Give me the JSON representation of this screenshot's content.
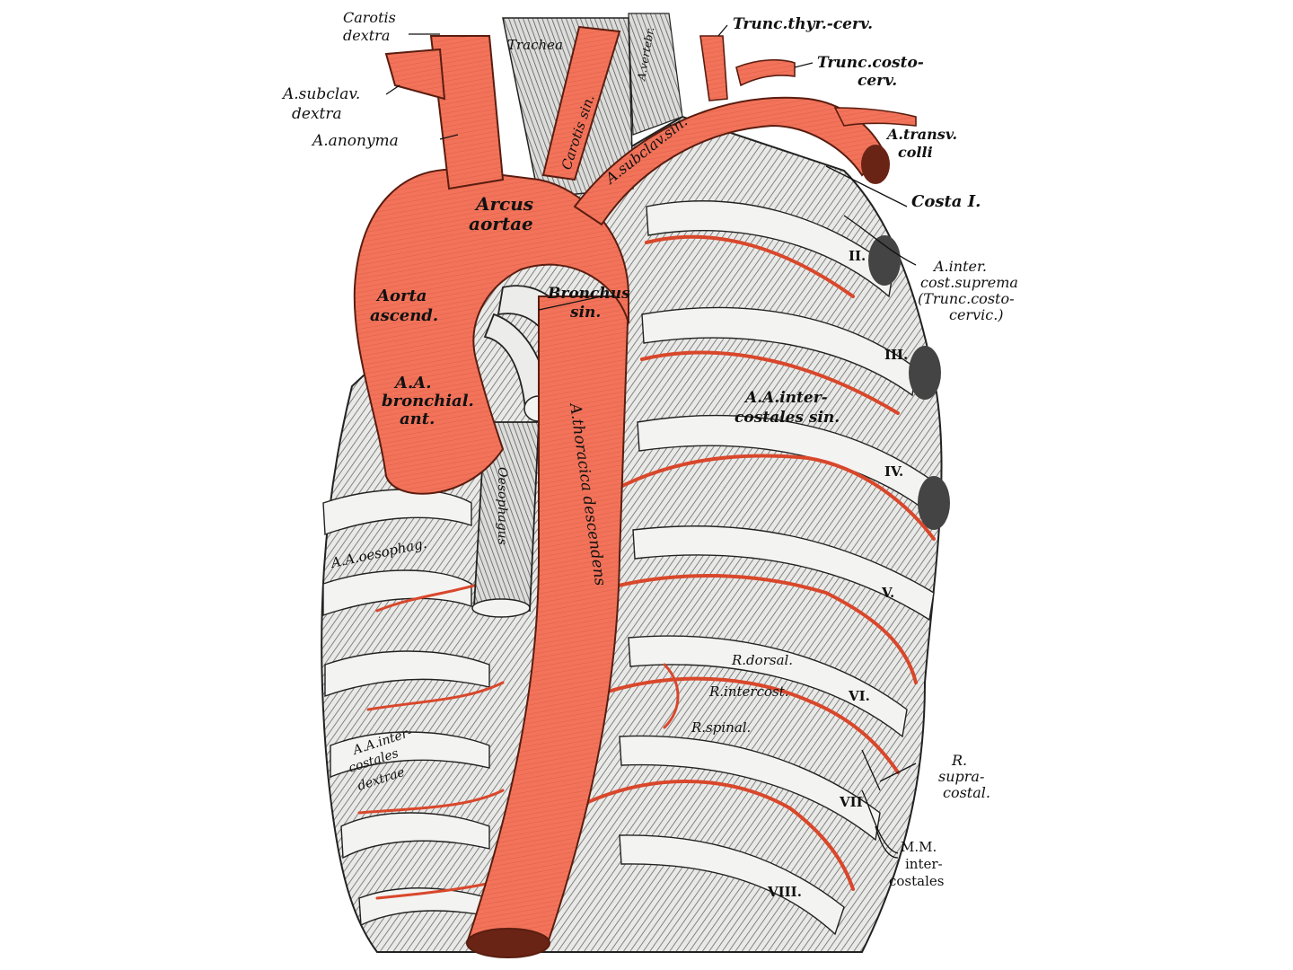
{
  "colors": {
    "artery": "#f2735a",
    "artery_dark": "#c9452e",
    "rib": "#f3f3f1",
    "shade": "#8d8d8d",
    "ink": "#111111",
    "background": "#ffffff"
  },
  "labels": {
    "carotis_dextra_1": "Carotis",
    "carotis_dextra_2": "dextra",
    "trachea": "Trachea",
    "a_vertebr": "A.vertebr.",
    "trunc_thyr_cerv": "Trunc.thyr.-cerv.",
    "trunc_costo_cerv_1": "Trunc.costo-",
    "trunc_costo_cerv_2": "cerv.",
    "a_subclav_dextra_1": "A.subclav.",
    "a_subclav_dextra_2": "dextra",
    "carotis_sin": "Carotis sin.",
    "a_subclav_sin": "A.subclav.sin.",
    "a_transv_colli_1": "A.transv.",
    "a_transv_colli_2": "colli",
    "a_anonyma": "A.anonyma",
    "costa_i": "Costa I.",
    "arcus_aortae_1": "Arcus",
    "arcus_aortae_2": "aortae",
    "rib_ii": "II.",
    "a_inter_cost_1": "A.inter.",
    "a_inter_cost_2": "cost.suprema",
    "a_inter_cost_3": "(Trunc.costo-",
    "a_inter_cost_4": "cervic.)",
    "aorta_ascend_1": "Aorta",
    "aorta_ascend_2": "ascend.",
    "bronchus_sin_1": "Bronchus",
    "bronchus_sin_2": "sin.",
    "rib_iii": "III.",
    "aa_bronchial_1": "A.A.",
    "aa_bronchial_2": "bronchial.",
    "aa_bronchial_3": "ant.",
    "aa_intercostales_sin_1": "A.A.inter-",
    "aa_intercostales_sin_2": "costales sin.",
    "rib_iv": "IV.",
    "oesophagus": "Oesophagus",
    "aa_oesophag": "A.A.oesophag.",
    "a_thoracica_descendens": "A.thoracica descendens",
    "rib_v": "V.",
    "r_dorsal": "R.dorsal.",
    "r_intercost": "R.intercost.",
    "rib_vi": "VI.",
    "r_spinal": "R.spinal.",
    "r_supracostal_1": "R.",
    "r_supracostal_2": "supra-",
    "r_supracostal_3": "costal.",
    "aa_intercostales_dextrae_1": "A.A.inter-",
    "aa_intercostales_dextrae_2": "costales",
    "aa_intercostales_dextrae_3": "dextrae",
    "rib_vii": "VII",
    "mm_intercostales_1": "M.M.",
    "mm_intercostales_2": "inter-",
    "mm_intercostales_3": "costales",
    "rib_viii": "VIII."
  }
}
